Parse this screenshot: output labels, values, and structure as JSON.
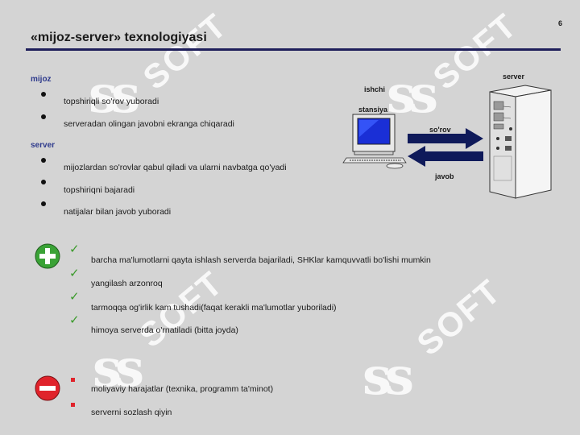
{
  "page_number": "6",
  "title": "«mijoz-server» texnologiyasi",
  "watermark": {
    "ss": "ss",
    "soft": "SOFT"
  },
  "client_section": {
    "heading": "mijoz",
    "items": [
      "topshiriqli so'rov yuboradi",
      "serveradan olingan javobni ekranga chiqaradi"
    ]
  },
  "server_section": {
    "heading": "server",
    "items": [
      "mijozlardan so'rovlar qabul qiladi va ularni navbatga qo'yadi",
      "topshiriqni bajaradi",
      "natijalar bilan javob yuboradi"
    ]
  },
  "diagram": {
    "workstation_label_1": "ishchi",
    "workstation_label_2": "stansiya",
    "server_label": "server",
    "request_label": "so'rov",
    "response_label": "javob"
  },
  "advantages": {
    "icon": "plus-icon",
    "items": [
      "barcha ma'lumotlarni qayta ishlash serverda bajariladi, SHKlar kamquvvatli bo'lishi mumkin",
      "yangilash arzonroq",
      "tarmoqqa og'irlik kam tushadi(faqat kerakli ma'lumotlar yuboriladi)",
      "himoya serverda o'rnatiladi (bitta joyda)"
    ]
  },
  "disadvantages": {
    "icon": "minus-icon",
    "items": [
      "moliyaviy harajatlar (texnika, programm ta'minot)",
      "serverni sozlash qiyin"
    ]
  },
  "colors": {
    "accent": "#2e3a8c",
    "rule": "#1e1e5a",
    "plus": "#3aa236",
    "minus": "#e0232b",
    "check": "#3a9a2a"
  }
}
